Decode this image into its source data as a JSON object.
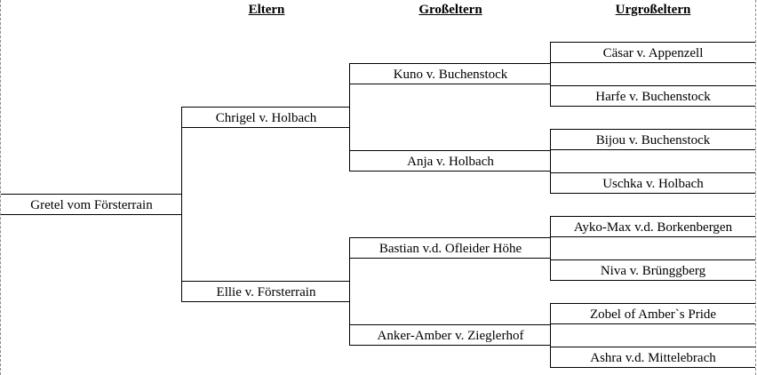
{
  "headers": {
    "parents": "Eltern",
    "grandparents": "Großeltern",
    "great_grandparents": "Urgroßeltern"
  },
  "subject": "Gretel vom Försterrain",
  "parents": [
    "Chrigel v. Holbach",
    "Ellie v. Försterrain"
  ],
  "grandparents": [
    "Kuno v. Buchenstock",
    "Anja v. Holbach",
    "Bastian v.d. Ofleider Höhe",
    "Anker-Amber v. Zieglerhof"
  ],
  "great_grandparents": [
    "Cäsar v. Appenzell",
    "Harfe v. Buchenstock",
    "Bijou v. Buchenstock",
    "Uschka v. Holbach",
    "Ayko-Max v.d. Borkenbergen",
    "Niva v. Brünggberg",
    "Zobel of Amber`s Pride",
    "Ashra v.d. Mittelebrach"
  ]
}
